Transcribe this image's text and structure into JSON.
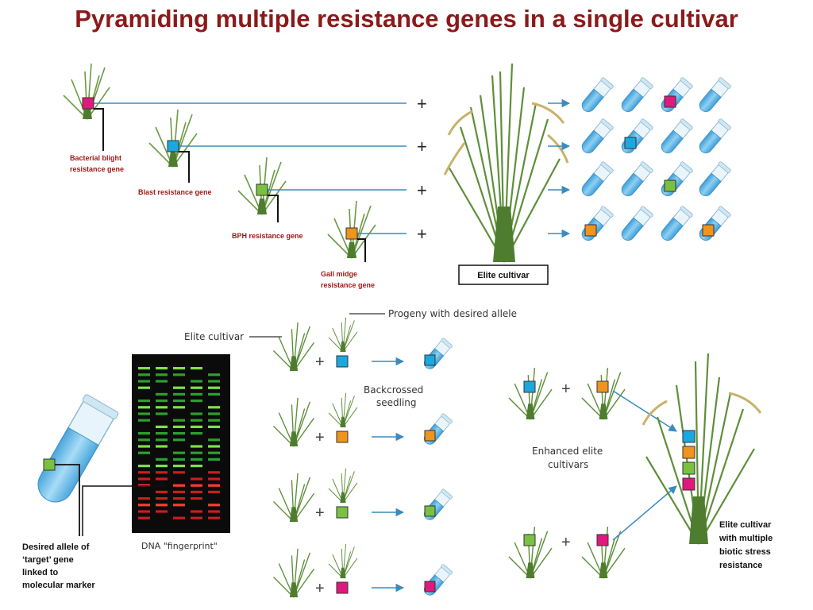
{
  "title": "Pyramiding multiple resistance genes in a single cultivar",
  "colors": {
    "title": "#8b1a1a",
    "bacterial_blight": "#e0197d",
    "blast": "#19a9e0",
    "bph": "#7ac142",
    "gall_midge": "#f0941e",
    "line": "#3b8bbd",
    "tube": "#5bb5e8",
    "plant": "#5e8f3a"
  },
  "top": {
    "gene_labels": {
      "bacterial_blight_1": "Bacterial blight",
      "bacterial_blight_2": "resistance gene",
      "blast": "Blast resistance gene",
      "bph": "BPH resistance gene",
      "gall_midge_1": "Gall midge",
      "gall_midge_2": "resistance gene"
    },
    "plus": "+",
    "elite_cultivar": "Elite cultivar"
  },
  "bottom_left": {
    "elite_cultivar": "Elite cultivar",
    "progeny": "Progeny with desired allele",
    "backcrossed_1": "Backcrossed",
    "backcrossed_2": "seedling",
    "dna_fingerprint": "DNA \"fingerprint\"",
    "desired_allele_1": "Desired allele of",
    "desired_allele_2": "‘target’ gene",
    "desired_allele_3": "linked to",
    "desired_allele_4": "molecular marker",
    "plus": "+"
  },
  "bottom_right": {
    "enhanced_1": "Enhanced elite",
    "enhanced_2": "cultivars",
    "final_1": "Elite cultivar",
    "final_2": "with multiple",
    "final_3": "biotic stress",
    "final_4": "resistance",
    "plus": "+"
  }
}
